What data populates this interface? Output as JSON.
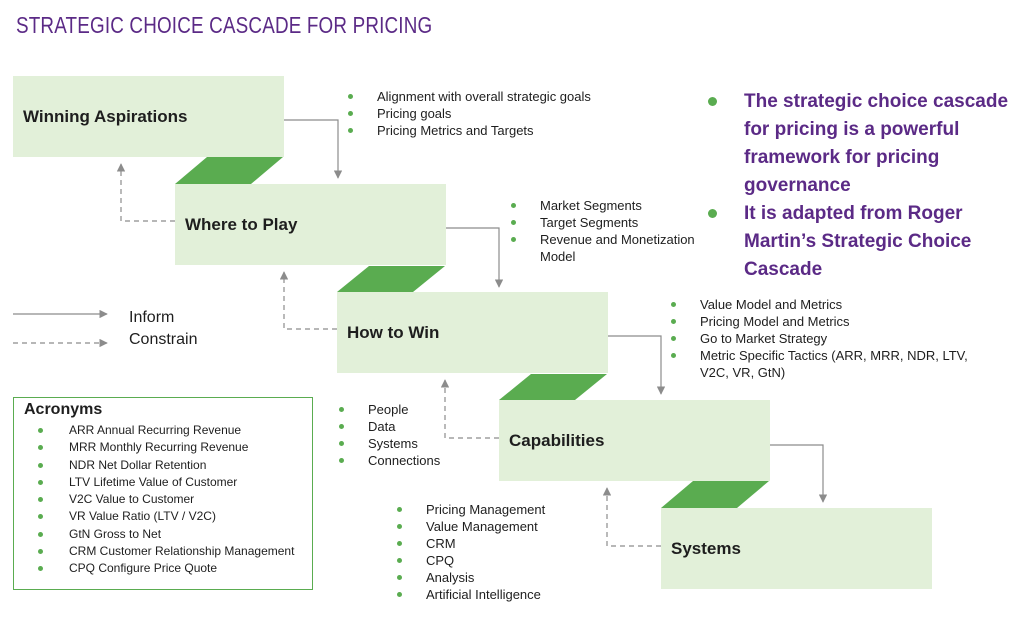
{
  "title": "STRATEGIC CHOICE CASCADE FOR PRICING",
  "colors": {
    "title": "#5b2a86",
    "stage_fill": "#e2f0d9",
    "connector": "#5aac50",
    "bullet": "#5aac50",
    "arrow": "#8c8c8c"
  },
  "stages": [
    {
      "label": "Winning Aspirations",
      "bullets": [
        "Alignment with overall strategic goals",
        "Pricing goals",
        "Pricing Metrics and Targets"
      ]
    },
    {
      "label": "Where to Play",
      "bullets": [
        "Market Segments",
        "Target Segments",
        "Revenue and Monetization Model"
      ]
    },
    {
      "label": "How to Win",
      "bullets": [
        "Value Model and Metrics",
        "Pricing Model and Metrics",
        "Go to Market Strategy",
        "Metric Specific Tactics (ARR, MRR, NDR, LTV, V2C, VR, GtN)"
      ]
    },
    {
      "label": "Capabilities",
      "bullets": [
        "People",
        "Data",
        "Systems",
        "Connections"
      ]
    },
    {
      "label": "Systems",
      "bullets": [
        "Pricing Management",
        "Value Management",
        "CRM",
        "CPQ",
        "Analysis",
        "Artificial Intelligence"
      ]
    }
  ],
  "notes": [
    "The strategic choice cascade for pricing is a powerful framework for pricing governance",
    "It is adapted from Roger Martin’s Strategic Choice Cascade"
  ],
  "legend": {
    "inform": "Inform",
    "constrain": "Constrain"
  },
  "acronyms": {
    "title": "Acronyms",
    "items": [
      "ARR Annual Recurring Revenue",
      "MRR Monthly Recurring Revenue",
      "NDR Net Dollar Retention",
      "LTV Lifetime Value of Customer",
      "V2C Value to Customer",
      "VR Value Ratio (LTV / V2C)",
      "GtN Gross to Net",
      "CRM Customer Relationship Management",
      "CPQ Configure Price Quote"
    ]
  }
}
